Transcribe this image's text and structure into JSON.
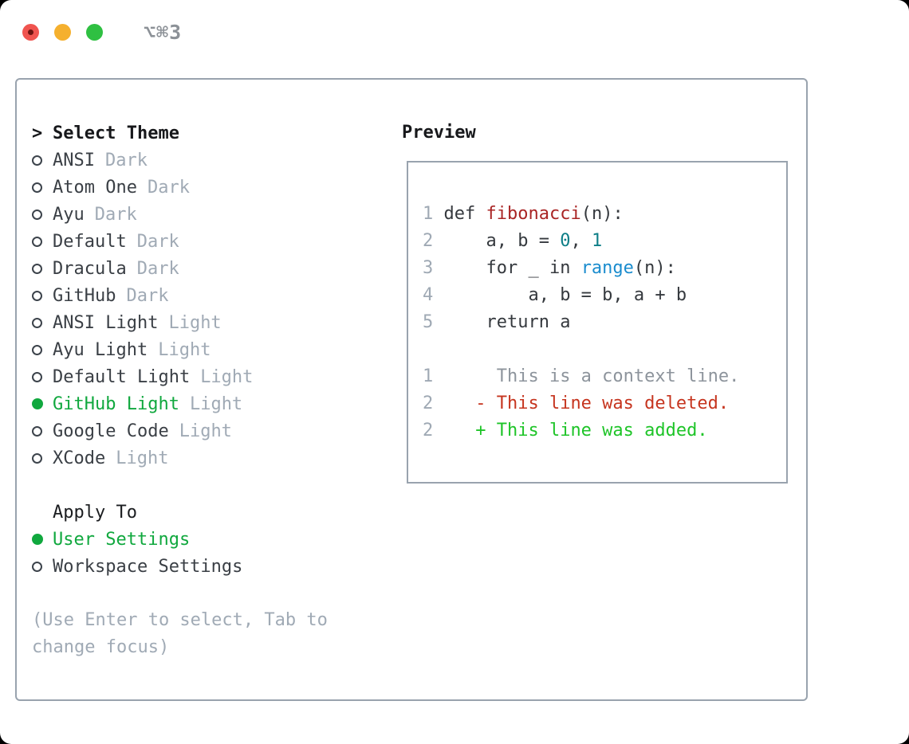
{
  "window": {
    "title": "⌥⌘3"
  },
  "colors": {
    "accent_green": "#10a83e",
    "traffic_red": "#f0544f",
    "traffic_red_dot": "#6e1410",
    "traffic_yellow": "#f5b02e",
    "traffic_green": "#2fc042",
    "panel_border": "#99a3ae",
    "text_primary": "#17181b",
    "text_item": "#3a3f45",
    "text_muted": "#a0aab5",
    "code_fg": "#35393e",
    "code_line_number": "#9fa9b4",
    "code_function": "#a92525",
    "code_number": "#0e7e87",
    "code_builtin": "#1a8cce",
    "diff_context": "#8d949c",
    "diff_deleted": "#c6351f",
    "diff_added": "#1ec428"
  },
  "theme_panel": {
    "header": {
      "prompt": ">",
      "label": "Select Theme"
    },
    "themes": [
      {
        "name": "ANSI",
        "variant": "Dark",
        "selected": false
      },
      {
        "name": "Atom One",
        "variant": "Dark",
        "selected": false
      },
      {
        "name": "Ayu",
        "variant": "Dark",
        "selected": false
      },
      {
        "name": "Default",
        "variant": "Dark",
        "selected": false
      },
      {
        "name": "Dracula",
        "variant": "Dark",
        "selected": false
      },
      {
        "name": "GitHub",
        "variant": "Dark",
        "selected": false
      },
      {
        "name": "ANSI Light",
        "variant": "Light",
        "selected": false
      },
      {
        "name": "Ayu Light",
        "variant": "Light",
        "selected": false
      },
      {
        "name": "Default Light",
        "variant": "Light",
        "selected": false
      },
      {
        "name": "GitHub Light",
        "variant": "Light",
        "selected": true
      },
      {
        "name": "Google Code",
        "variant": "Light",
        "selected": false
      },
      {
        "name": "XCode",
        "variant": "Light",
        "selected": false
      }
    ],
    "apply_to": {
      "label": "Apply To",
      "options": [
        {
          "label": "User Settings",
          "selected": true
        },
        {
          "label": "Workspace Settings",
          "selected": false
        }
      ]
    },
    "hint": "(Use Enter to select, Tab to change focus)"
  },
  "preview": {
    "label": "Preview",
    "lines": [
      [
        {
          "t": "1 ",
          "c": "code_line_number"
        },
        {
          "t": "def ",
          "c": "code_fg"
        },
        {
          "t": "fibonacci",
          "c": "code_function"
        },
        {
          "t": "(n):",
          "c": "code_fg"
        }
      ],
      [
        {
          "t": "2 ",
          "c": "code_line_number"
        },
        {
          "t": "    a, b = ",
          "c": "code_fg"
        },
        {
          "t": "0",
          "c": "code_number"
        },
        {
          "t": ", ",
          "c": "code_fg"
        },
        {
          "t": "1",
          "c": "code_number"
        }
      ],
      [
        {
          "t": "3 ",
          "c": "code_line_number"
        },
        {
          "t": "    for _ in ",
          "c": "code_fg"
        },
        {
          "t": "range",
          "c": "code_builtin"
        },
        {
          "t": "(n):",
          "c": "code_fg"
        }
      ],
      [
        {
          "t": "4 ",
          "c": "code_line_number"
        },
        {
          "t": "        a, b = b, a + b",
          "c": "code_fg"
        }
      ],
      [
        {
          "t": "5 ",
          "c": "code_line_number"
        },
        {
          "t": "    return a",
          "c": "code_fg"
        }
      ],
      [],
      [
        {
          "t": "1 ",
          "c": "code_line_number"
        },
        {
          "t": "     This is a context line.",
          "c": "diff_context"
        }
      ],
      [
        {
          "t": "2 ",
          "c": "code_line_number"
        },
        {
          "t": "   - This line was deleted.",
          "c": "diff_deleted"
        }
      ],
      [
        {
          "t": "2 ",
          "c": "code_line_number"
        },
        {
          "t": "   + This line was added.",
          "c": "diff_added"
        }
      ]
    ]
  }
}
